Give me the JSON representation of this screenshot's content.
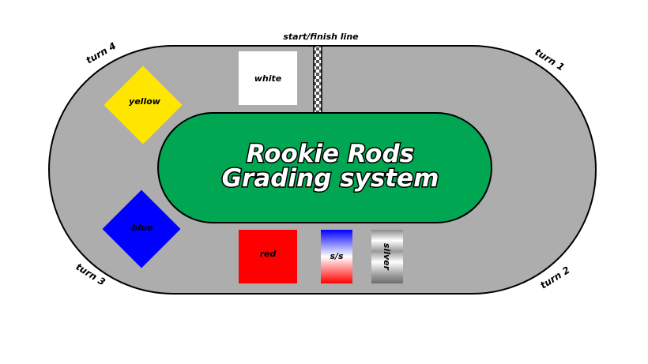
{
  "title": {
    "line1": "Rookie Rods",
    "line2": "Grading system"
  },
  "track": {
    "start_finish_label": "start/finish line",
    "turns": [
      {
        "id": "turn-1",
        "label": "turn 1"
      },
      {
        "id": "turn-2",
        "label": "turn 2"
      },
      {
        "id": "turn-3",
        "label": "turn 3"
      },
      {
        "id": "turn-4",
        "label": "turn 4"
      }
    ]
  },
  "grades": [
    {
      "id": "white",
      "label": "white",
      "color": "#ffffff"
    },
    {
      "id": "yellow",
      "label": "yellow",
      "color": "#ffe600"
    },
    {
      "id": "blue",
      "label": "blue",
      "color": "#0000ff"
    },
    {
      "id": "red",
      "label": "red",
      "color": "#ff0000"
    },
    {
      "id": "ss",
      "label": "s/s",
      "colors": [
        "#0000ff",
        "#ffffff",
        "#ff0000"
      ]
    },
    {
      "id": "silver",
      "label": "silver",
      "colors": [
        "#8a8a8a",
        "#ffffff",
        "#8a8a8a"
      ]
    }
  ],
  "colors": {
    "track": "#adadad",
    "infield": "#00a651",
    "outline": "#000000"
  }
}
